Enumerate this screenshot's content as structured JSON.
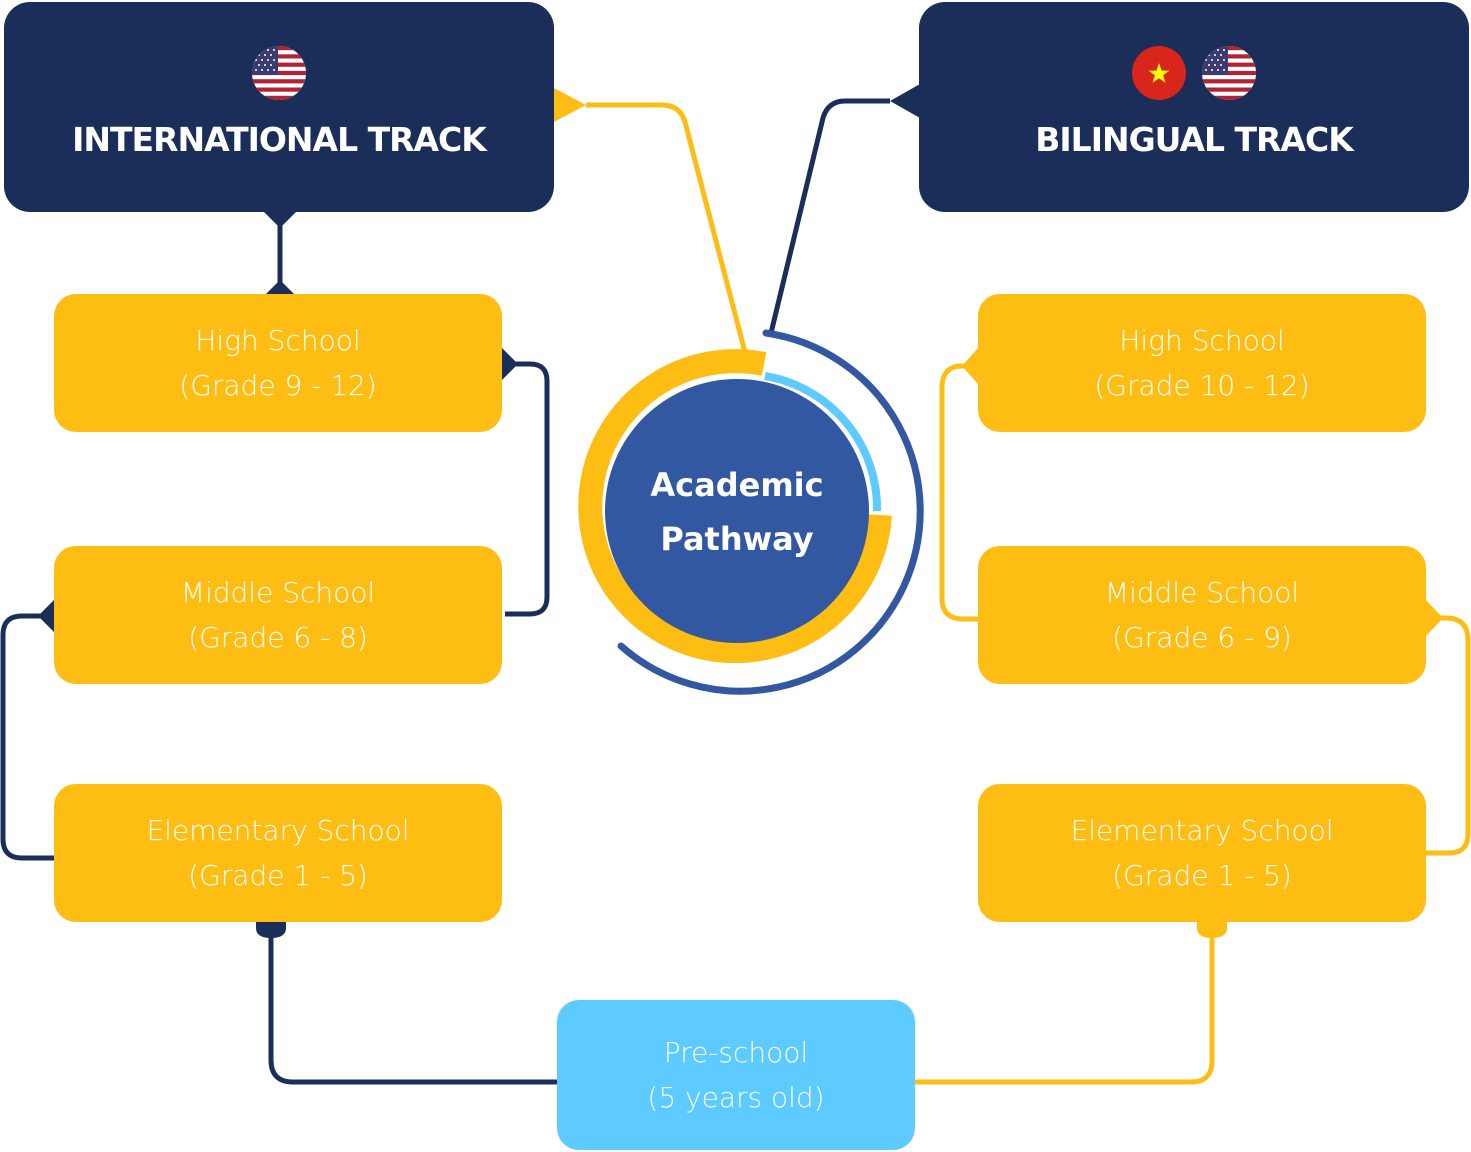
{
  "title": "Academic Pathway",
  "center": {
    "line1": "Academic",
    "line2": "Pathway"
  },
  "tracks": [
    {
      "id": "international",
      "title": "INTERNATIONAL TRACK",
      "flags": [
        "us-flag-icon"
      ],
      "stages": [
        {
          "name": "High School",
          "detail": "(Grade 9 - 12)"
        },
        {
          "name": "Middle School",
          "detail": "(Grade 6 - 8)"
        },
        {
          "name": "Elementary School",
          "detail": "(Grade 1 - 5)"
        }
      ]
    },
    {
      "id": "bilingual",
      "title": "BILINGUAL TRACK",
      "flags": [
        "vietnam-flag-icon",
        "us-flag-icon"
      ],
      "stages": [
        {
          "name": "High School",
          "detail": "(Grade 10 - 12)"
        },
        {
          "name": "Middle School",
          "detail": "(Grade 6 - 9)"
        },
        {
          "name": "Elementary School",
          "detail": "(Grade 1 - 5)"
        }
      ]
    }
  ],
  "preschool": {
    "name": "Pre-school",
    "detail": "(5 years old)"
  },
  "colors": {
    "navy": "#1b2d59",
    "yellow": "#fdbd13",
    "light_blue": "#5dcbff",
    "center_blue": "#3358a2",
    "white": "#ffffff"
  }
}
